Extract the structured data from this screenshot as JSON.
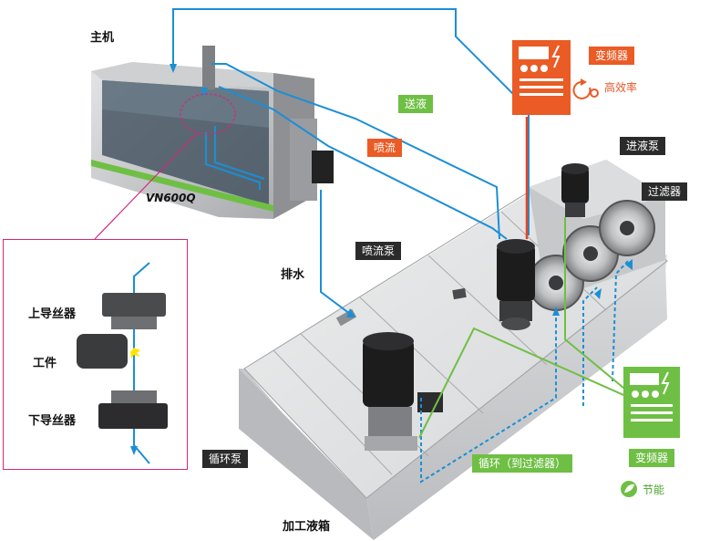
{
  "labels": {
    "host": "主机",
    "model": "VN600Q",
    "send_liquid": "送液",
    "spray_flow": "喷流",
    "drain": "排水",
    "spray_pump": "喷流泵",
    "inlet_pump": "进液泵",
    "filter": "过滤器",
    "inverter_top": "变频器",
    "efficiency": "高效率",
    "circulation_pump": "循环泵",
    "circulation_to_filter": "循环（到过滤器）",
    "inverter_bottom": "变频器",
    "energy_saving": "节能",
    "tank": "加工液箱",
    "upper_guide": "上导丝器",
    "workpiece": "工件",
    "lower_guide": "下导丝器"
  },
  "colors": {
    "blue_line": "#1a8fd6",
    "green_line": "#6fbf44",
    "red_line": "#e8431f",
    "magenta": "#d3277a",
    "orange": "#ea5b25"
  }
}
